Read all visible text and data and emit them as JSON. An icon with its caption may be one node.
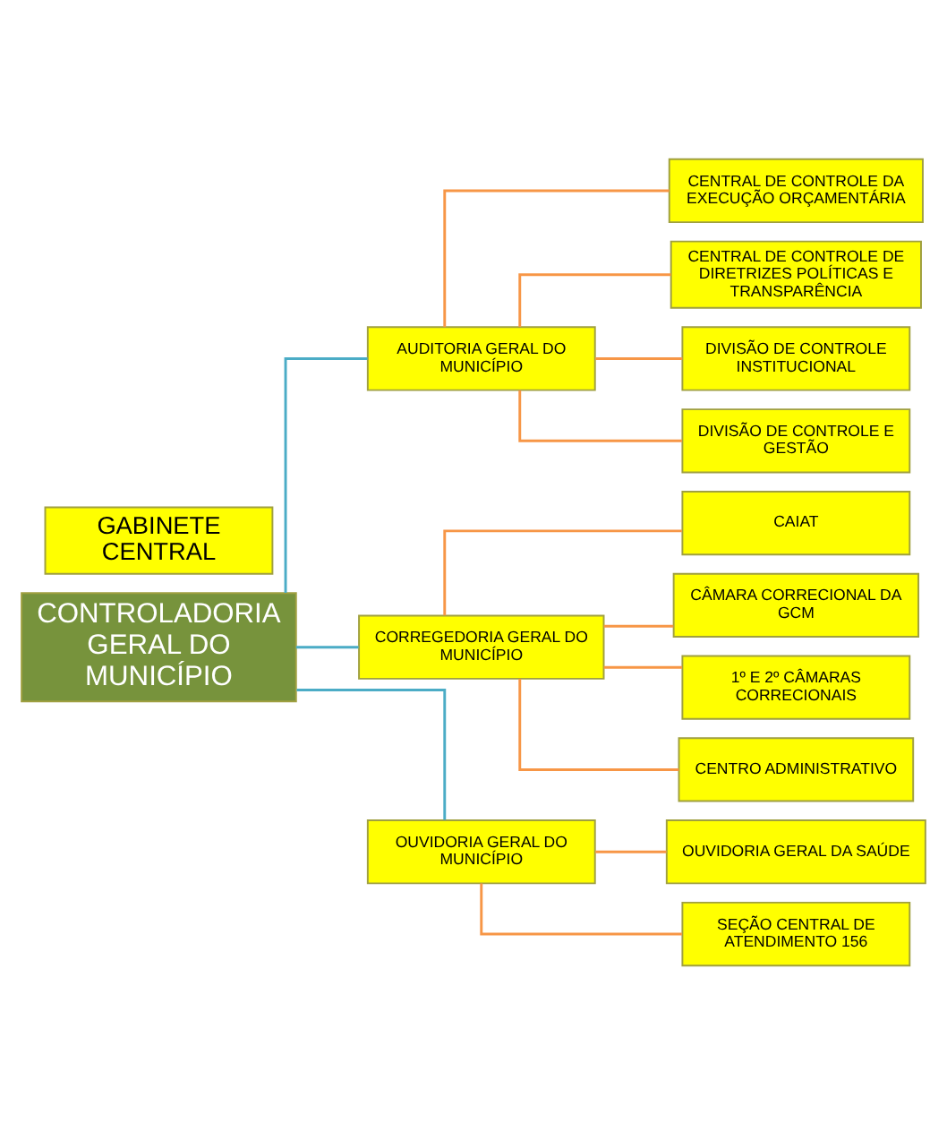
{
  "diagram": {
    "nodes": [
      {
        "text": [
          "CONTROLADORIA GERAL DO MUNICÍPIO"
        ]
      },
      {
        "text": [
          "AUDITORIA GERAL DO MUNICÍPIO"
        ]
      },
      {
        "text": [
          "CENTRAL DE CONTROLE DA EXECUÇÃO ORÇAMENTÁRIA"
        ]
      },
      {
        "text": [
          "CENTRAL DE CONTROLE DE DIRETRIZES POLÍTICAS E TRANSPARÊNCIA"
        ]
      },
      {
        "text": [
          "DIVISÃO DE CONTROLE INSTITUCIONAL"
        ]
      },
      {
        "text": [
          "DIVISÃO DE CONTROLE E GESTÃO"
        ]
      },
      {
        "text": [
          "CORREGEDORIA GERAL DO MUNICÍPIO"
        ]
      },
      {
        "text": [
          "CAIAT"
        ]
      },
      {
        "text": [
          "CÂMARA CORRECIONAL DA GCM"
        ]
      },
      {
        "text": [
          "1º E 2º CÂMARAS CORRECIONAIS"
        ]
      },
      {
        "text": [
          "CENTRO ADMINISTRATIVO"
        ]
      },
      {
        "text": [
          "OUVIDORIA GERAL DO MUNICÍPIO"
        ]
      },
      {
        "text": [
          "OUVIDORIA GERAL DA SAÚDE"
        ]
      },
      {
        "text": [
          "SEÇÃO CENTRAL DE ATENDIMENTO 156"
        ]
      },
      {
        "text": [
          "GABINETE CENTRAL"
        ]
      }
    ],
    "edges": [
      {
        "from": 0,
        "to": 1,
        "arrow": "none",
        "color": "#4bacc6"
      },
      {
        "from": 1,
        "to": 2,
        "arrow": "none"
      },
      {
        "from": 1,
        "to": 3,
        "arrow": "none"
      },
      {
        "from": 1,
        "to": 4,
        "arrow": "none"
      },
      {
        "from": 1,
        "to": 5,
        "arrow": "none"
      },
      {
        "from": 0,
        "to": 6,
        "arrow": "none",
        "color": "#4bacc6"
      },
      {
        "from": 6,
        "to": 7,
        "arrow": "none"
      },
      {
        "from": 6,
        "to": 8,
        "arrow": "none"
      },
      {
        "from": 6,
        "to": 9,
        "arrow": "none"
      },
      {
        "from": 6,
        "to": 10,
        "arrow": "none"
      },
      {
        "from": 0,
        "to": 11,
        "arrow": "none",
        "color": "#4bacc6"
      },
      {
        "from": 11,
        "to": 12,
        "arrow": "none"
      },
      {
        "from": 11,
        "to": 13,
        "arrow": "none"
      }
    ]
  }
}
